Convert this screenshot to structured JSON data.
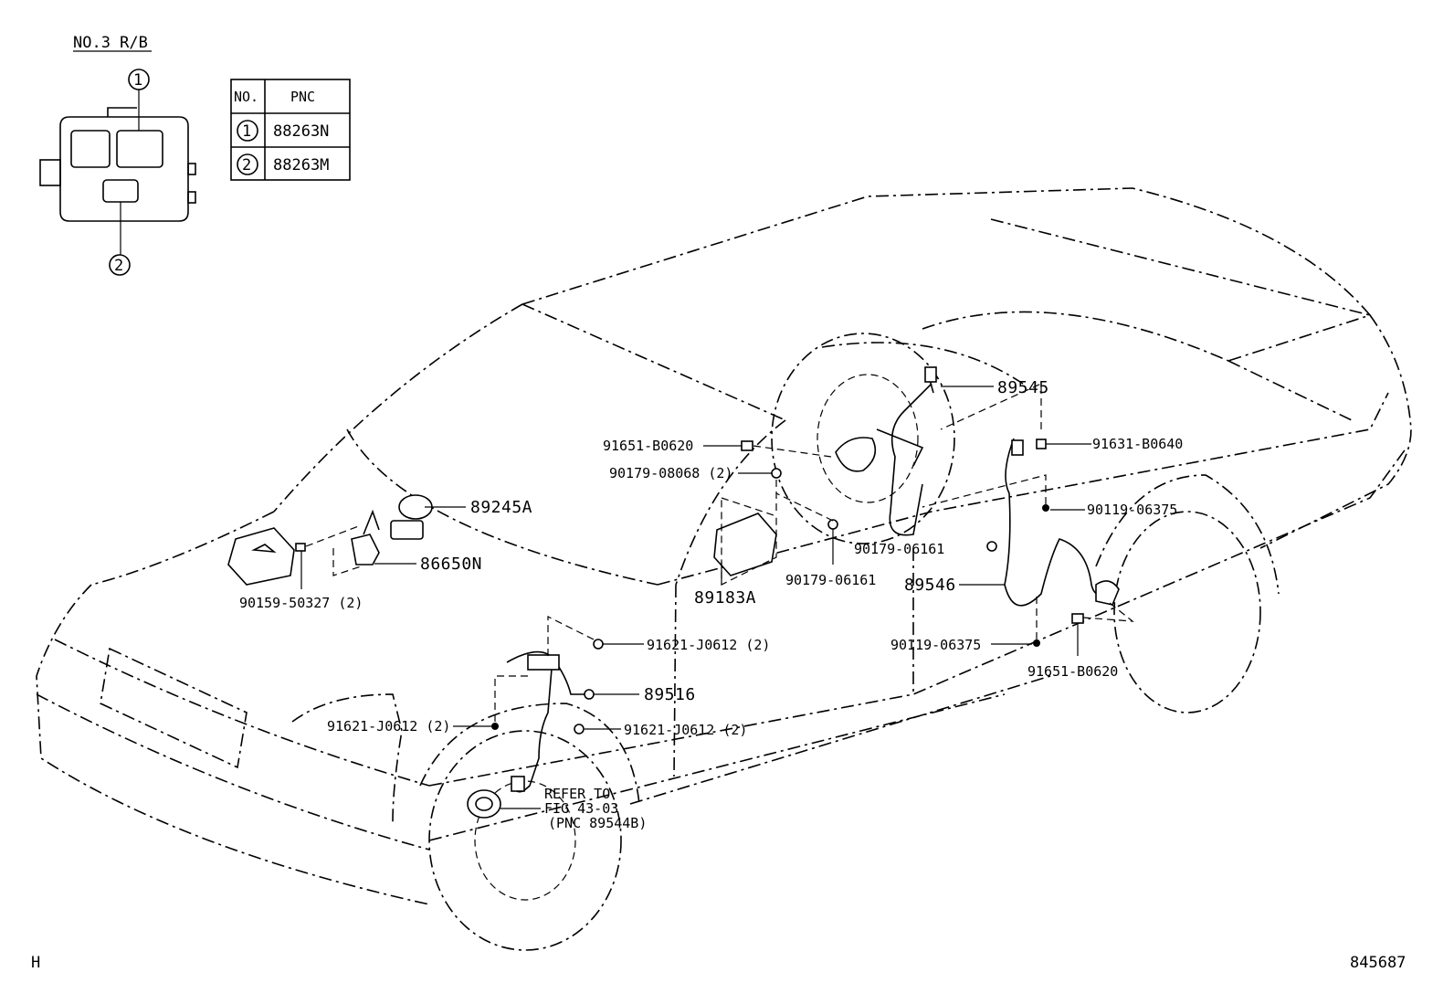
{
  "relay_block": {
    "title": "NO.3 R/B",
    "table": {
      "headers": [
        "NO.",
        "PNC"
      ],
      "rows": [
        {
          "no": "1",
          "pnc": "88263N"
        },
        {
          "no": "2",
          "pnc": "88263M"
        }
      ]
    },
    "markers": [
      "1",
      "2"
    ]
  },
  "callouts": {
    "p89545": "89545",
    "p91651_top": "91651-B0620",
    "p91631": "91631-B0640",
    "p90179_08068": "90179-08068 (2)",
    "p90119_top": "90119-06375",
    "p89245A": "89245A",
    "p90179_06161_right": "90179-06161",
    "p86650N": "86650N",
    "p89546": "89546",
    "p90159": "90159-50327 (2)",
    "p89183A": "89183A",
    "p90179_06161_mid": "90179-06161",
    "p91621_top": "91621-J0612 (2)",
    "p90119_bottom": "90119-06375",
    "p91651_bottom": "91651-B0620",
    "p89516": "89516",
    "p91621_left": "91621-J0612 (2)",
    "p91621_right": "91621-J0612 (2)",
    "refer_line1": "REFER TO",
    "refer_line2": "FIG 43-03",
    "refer_line3": "(PNC 89544B)"
  },
  "footer": {
    "left_code": "H",
    "figure_number": "845687"
  }
}
